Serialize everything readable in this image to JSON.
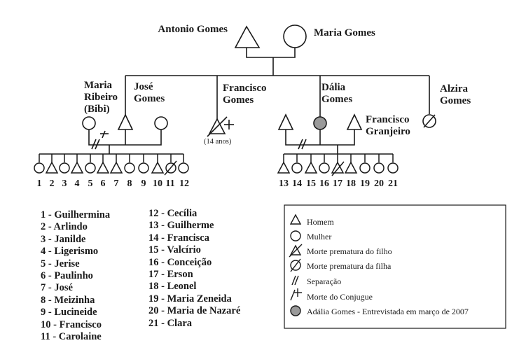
{
  "names": {
    "antonio": "Antonio Gomes",
    "maria": "Maria Gomes",
    "maria_ribeiro": [
      "Maria",
      "Ribeiro",
      "(Bibi)"
    ],
    "jose": [
      "José",
      "Gomes"
    ],
    "francisco": [
      "Francisco",
      "Gomes"
    ],
    "francisco_age": "(14 anos)",
    "dalia": [
      "Dália",
      "Gomes"
    ],
    "alzira": [
      "Alzira",
      "Gomes"
    ],
    "francisco_granjeiro": [
      "Francisco",
      "Granjeiro"
    ]
  },
  "jose_children_numbers": [
    "1",
    "2",
    "3",
    "4",
    "5",
    "6",
    "7",
    "8",
    "9",
    "10",
    "11",
    "12"
  ],
  "dalia_children_numbers": [
    "13",
    "14",
    "15",
    "16",
    "17",
    "18",
    "19",
    "20",
    "21"
  ],
  "children_list_left": [
    "1 - Guilhermina",
    "2 - Arlindo",
    "3 - Janilde",
    "4 - Ligerismo",
    "5 - Jerise",
    "6 - Paulinho",
    "7 - José",
    "8 - Meizinha",
    "9 - Lucineide",
    "10 - Francisco",
    "11 - Carolaine"
  ],
  "children_list_right": [
    "12 - Cecília",
    "13 - Guilherme",
    "14 - Francisca",
    "15 - Valcírio",
    "16 - Conceição",
    "17 - Erson",
    "18 - Leonel",
    "19 - Maria Zeneida",
    "20 - Maria de Nazaré",
    "21 - Clara"
  ],
  "legend": [
    {
      "symbol": "triangle-icon",
      "label": "Homem"
    },
    {
      "symbol": "circle-icon",
      "label": "Mulher"
    },
    {
      "symbol": "crossed-triangle-icon",
      "label": "Morte prematura do filho"
    },
    {
      "symbol": "crossed-circle-icon",
      "label": "Morte prematura da filha"
    },
    {
      "symbol": "double-slash-icon",
      "label": "Separação"
    },
    {
      "symbol": "slash-plus-icon",
      "label": "Morte do Conjugue"
    },
    {
      "symbol": "filled-circle-icon",
      "label": "Adália Gomes - Entrevistada em março de 2007"
    }
  ],
  "colors": {
    "line": "#1a1a1a",
    "interviewee_fill": "#9a9a9a",
    "background": "#ffffff"
  }
}
